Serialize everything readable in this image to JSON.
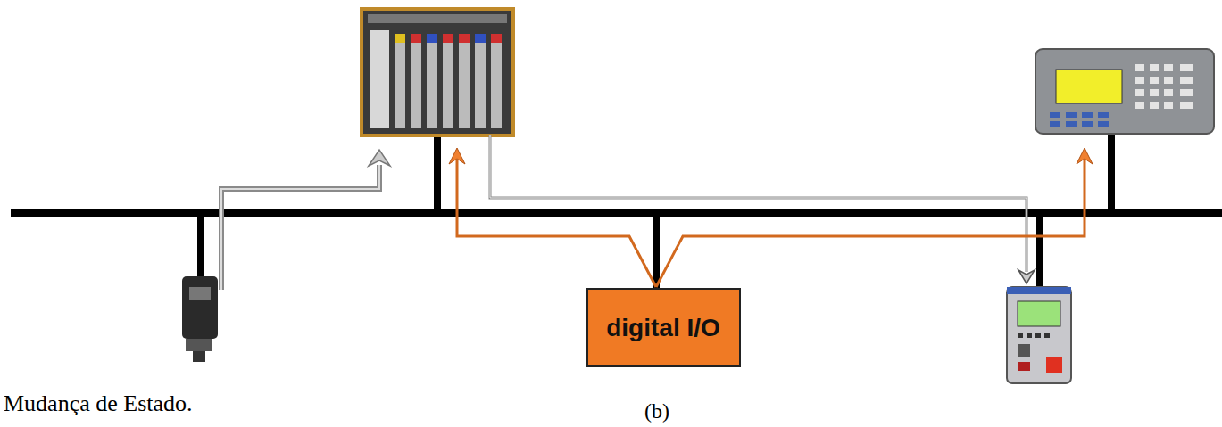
{
  "diagram": {
    "nodes": [
      {
        "text": [
          "digital I/O"
        ]
      }
    ],
    "labels": [
      "Mudança de Estado.",
      "(b)"
    ]
  }
}
